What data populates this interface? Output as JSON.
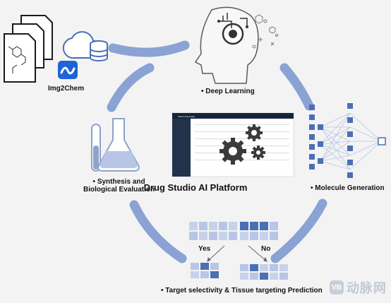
{
  "diagram": {
    "title": "Drug Studio AI Platform",
    "nodes": {
      "img2chem": "Img2Chem",
      "deep_learning": "Deep Learning",
      "molecule_generation": "Molecule Generation",
      "synthesis_line1": "Synthesis and",
      "synthesis_line2": "Biological Evaluation",
      "target_selectivity": "Target selectivity & Tissue targeting Prediction"
    },
    "bullet": "•",
    "decision": {
      "yes": "Yes",
      "no": "No"
    },
    "screen_title": "Select drug studio"
  },
  "watermark": {
    "badge": "VB",
    "text": "动脉网"
  },
  "colors": {
    "cycle": "#8aa2d4",
    "accent_blue": "#4a6fb5",
    "light_blue": "#b7c6e6",
    "flask": "#8fa3c8",
    "gear": "#3a3a3a"
  }
}
